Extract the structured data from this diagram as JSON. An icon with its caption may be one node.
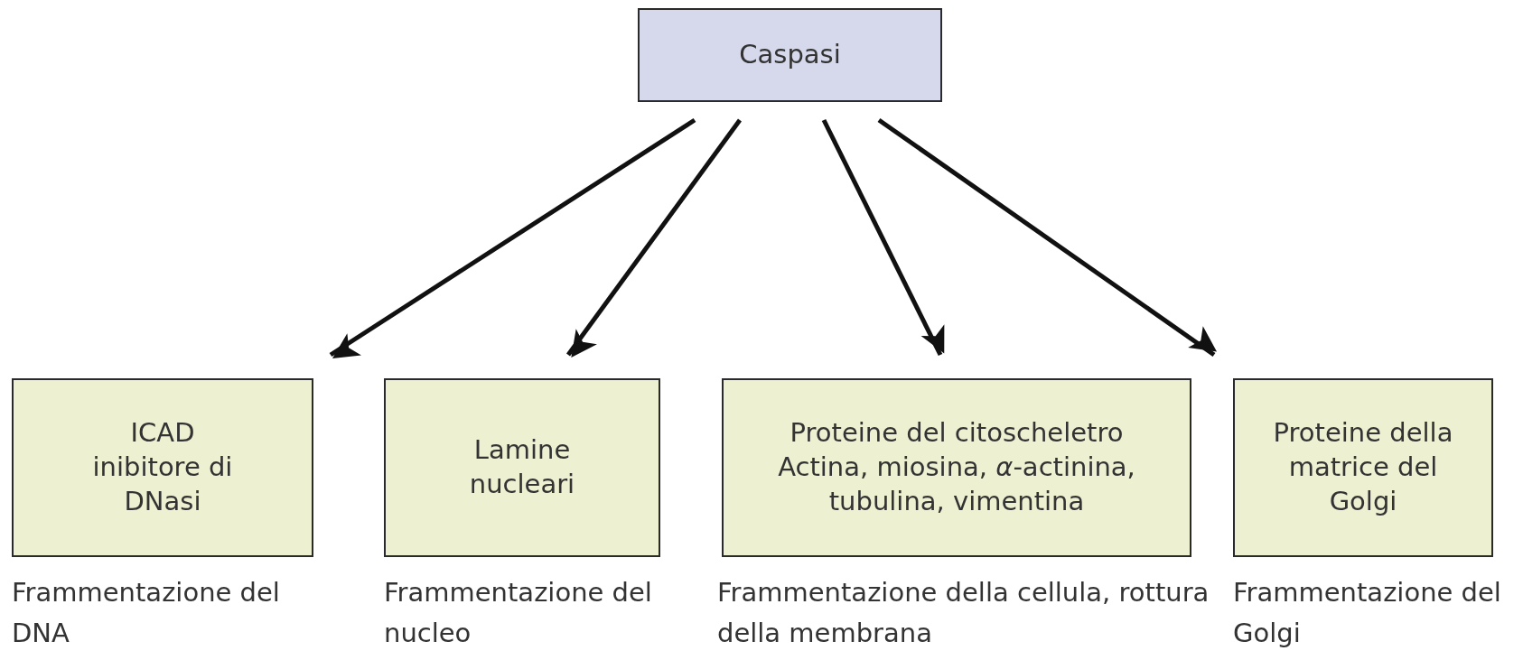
{
  "diagram": {
    "nodes": [
      {
        "text": [
          "Caspasi"
        ]
      },
      {
        "text": [
          "ICAD inibitore di DNasi"
        ],
        "beside": [
          "Frammentazione del DNA"
        ]
      },
      {
        "text": [
          "Lamine nucleari"
        ],
        "beside": [
          "Frammentazione del nucleo"
        ]
      },
      {
        "text": [
          "Proteine del citoscheletro",
          "Actina, miosina, *α*-actinina, tubulina, vimentina"
        ],
        "beside": [
          "Frammentazione della cellula, rottura della membrana"
        ]
      },
      {
        "text": [
          "Proteine della matrice del Golgi"
        ],
        "beside": [
          "Frammentazione del Golgi"
        ]
      }
    ],
    "edges": [
      {
        "from": 0,
        "to": 1,
        "arrow": "to"
      },
      {
        "from": 0,
        "to": 2,
        "arrow": "to"
      },
      {
        "from": 0,
        "to": 3,
        "arrow": "to"
      },
      {
        "from": 0,
        "to": 4,
        "arrow": "to"
      }
    ]
  }
}
